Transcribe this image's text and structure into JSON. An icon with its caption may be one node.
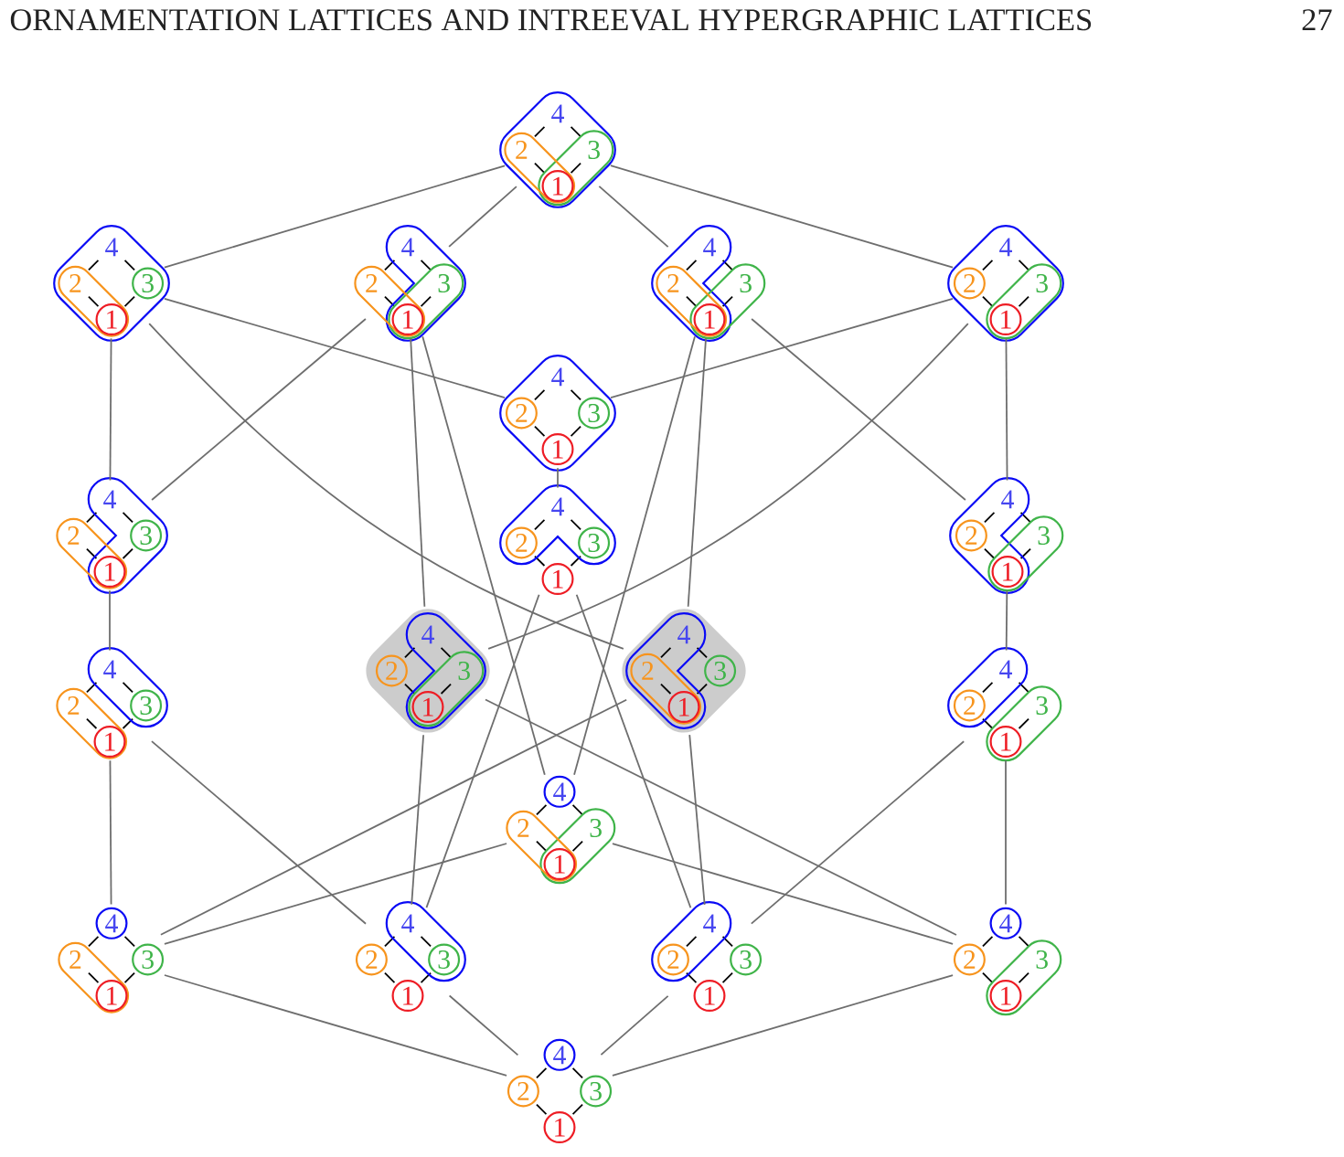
{
  "diagram": {
    "nodes": [
      {
        "text": [
          "4",
          "2",
          "3",
          "1"
        ]
      },
      {
        "text": [
          "4",
          "2",
          "3",
          "1"
        ]
      },
      {
        "text": [
          "4",
          "2",
          "3",
          "1"
        ]
      },
      {
        "text": [
          "4",
          "2",
          "3",
          "1"
        ]
      },
      {
        "text": [
          "4",
          "2",
          "3",
          "1"
        ]
      },
      {
        "text": [
          "4",
          "2",
          "3",
          "1"
        ]
      },
      {
        "text": [
          "4",
          "2",
          "3",
          "1"
        ]
      },
      {
        "text": [
          "4",
          "2",
          "3",
          "1"
        ]
      },
      {
        "text": [
          "4",
          "2",
          "3",
          "1"
        ]
      },
      {
        "text": [
          "4",
          "2",
          "3",
          "1"
        ]
      },
      {
        "text": [
          "4",
          "2",
          "3",
          "1"
        ]
      },
      {
        "text": [
          "4",
          "2",
          "3",
          "1"
        ]
      },
      {
        "text": [
          "4",
          "2",
          "3",
          "1"
        ]
      },
      {
        "text": [
          "4",
          "2",
          "3",
          "1"
        ]
      },
      {
        "text": [
          "4",
          "2",
          "3",
          "1"
        ]
      },
      {
        "text": [
          "4",
          "2",
          "3",
          "1"
        ]
      },
      {
        "text": [
          "4",
          "2",
          "3",
          "1"
        ]
      },
      {
        "text": [
          "4",
          "2",
          "3",
          "1"
        ]
      },
      {
        "text": [
          "4",
          "2",
          "3",
          "1"
        ]
      }
    ],
    "edges": [
      {
        "from": 0,
        "to": 1,
        "arrow": "none"
      },
      {
        "from": 0,
        "to": 2,
        "arrow": "none"
      },
      {
        "from": 0,
        "to": 3,
        "arrow": "none"
      },
      {
        "from": 0,
        "to": 4,
        "arrow": "none"
      },
      {
        "from": 1,
        "to": 5,
        "arrow": "none"
      },
      {
        "from": 1,
        "to": 6,
        "arrow": "none"
      },
      {
        "from": 1,
        "to": 11,
        "arrow": "none"
      },
      {
        "from": 2,
        "to": 6,
        "arrow": "none"
      },
      {
        "from": 2,
        "to": 10,
        "arrow": "none"
      },
      {
        "from": 2,
        "to": 13,
        "arrow": "none"
      },
      {
        "from": 3,
        "to": 8,
        "arrow": "none"
      },
      {
        "from": 3,
        "to": 11,
        "arrow": "none"
      },
      {
        "from": 3,
        "to": 13,
        "arrow": "none"
      },
      {
        "from": 4,
        "to": 5,
        "arrow": "none"
      },
      {
        "from": 4,
        "to": 8,
        "arrow": "none"
      },
      {
        "from": 4,
        "to": 10,
        "arrow": "none"
      },
      {
        "from": 5,
        "to": 7,
        "arrow": "none"
      },
      {
        "from": 6,
        "to": 9,
        "arrow": "none"
      },
      {
        "from": 7,
        "to": 15,
        "arrow": "none"
      },
      {
        "from": 7,
        "to": 16,
        "arrow": "none"
      },
      {
        "from": 8,
        "to": 12,
        "arrow": "none"
      },
      {
        "from": 9,
        "to": 14,
        "arrow": "none"
      },
      {
        "from": 9,
        "to": 15,
        "arrow": "none"
      },
      {
        "from": 10,
        "to": 15,
        "arrow": "none"
      },
      {
        "from": 10,
        "to": 17,
        "arrow": "none"
      },
      {
        "from": 11,
        "to": 14,
        "arrow": "none"
      },
      {
        "from": 11,
        "to": 16,
        "arrow": "none"
      },
      {
        "from": 12,
        "to": 16,
        "arrow": "none"
      },
      {
        "from": 12,
        "to": 17,
        "arrow": "none"
      },
      {
        "from": 13,
        "to": 14,
        "arrow": "none"
      },
      {
        "from": 13,
        "to": 17,
        "arrow": "none"
      },
      {
        "from": 14,
        "to": 18,
        "arrow": "none"
      },
      {
        "from": 15,
        "to": 18,
        "arrow": "none"
      },
      {
        "from": 16,
        "to": 18,
        "arrow": "none"
      },
      {
        "from": 17,
        "to": 18,
        "arrow": "none"
      }
    ],
    "labels": [
      "ORNAMENTATION LATTICES AND INTREEVAL HYPERGRAPHIC LATTICES",
      "27"
    ]
  }
}
